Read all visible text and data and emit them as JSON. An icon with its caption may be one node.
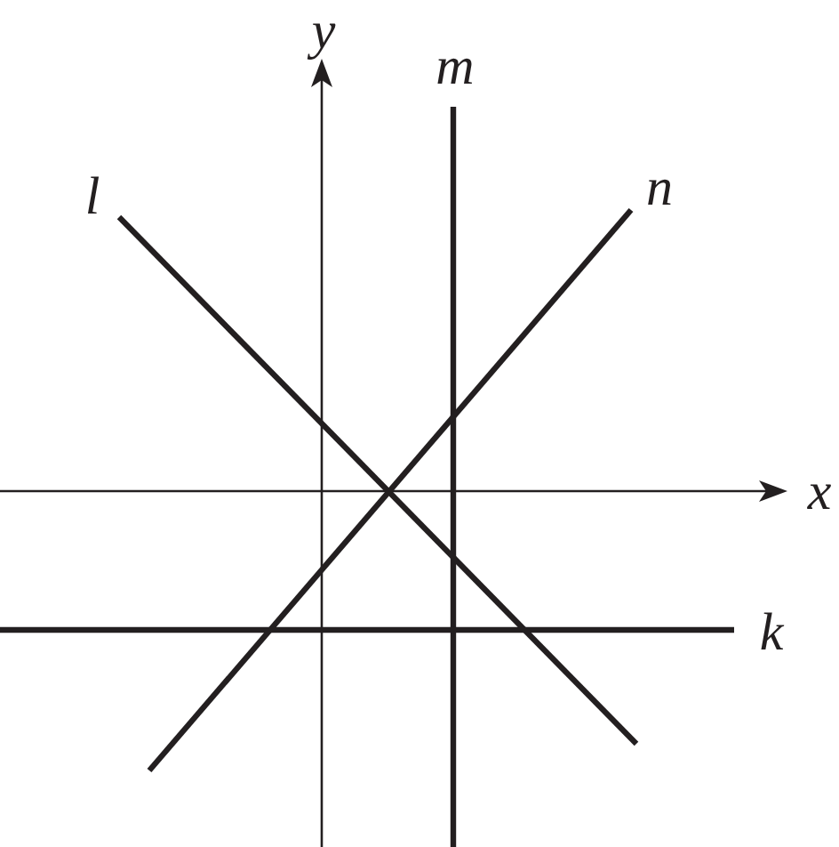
{
  "diagram": {
    "labels": [
      "y",
      "m",
      "l",
      "n",
      "x",
      "k"
    ]
  }
}
